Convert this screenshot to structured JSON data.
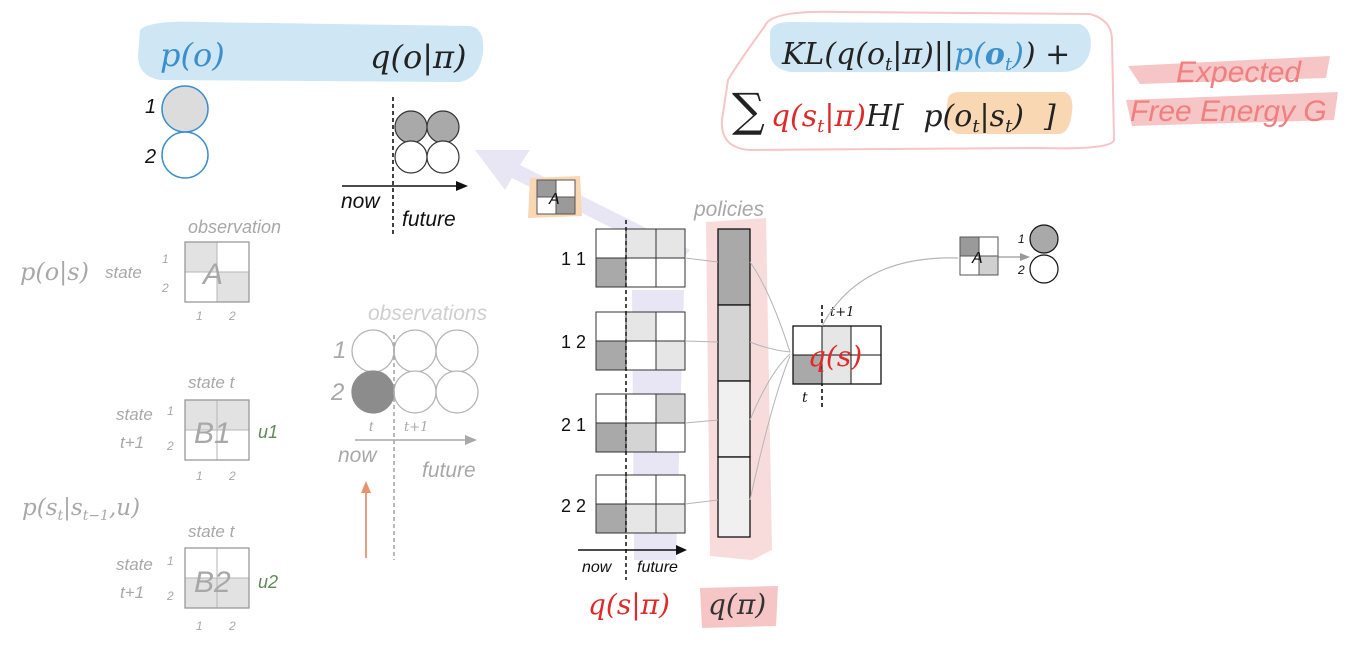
{
  "colors": {
    "blue": "#3a8fcc",
    "blue_bg": "#cfe7f4",
    "red": "#e02a2a",
    "pink_bg": "#f6c5c5",
    "orange_bg": "#f9d7b3",
    "gray": "#a8a8a8",
    "dark_gray": "#8c8c8c",
    "green": "#5f8a55",
    "purple_bg": "#e4e2f2"
  },
  "left": {
    "prior_label": "p(o)",
    "prior_bold_o": "o",
    "prior_rows": [
      "1",
      "2"
    ],
    "likelihood_label": "p(o|s)",
    "likelihood_state": "state",
    "observation_header": "observation",
    "A_label": "A",
    "row_nums": [
      "1",
      "2"
    ],
    "col_nums": [
      "1",
      "2"
    ],
    "transition_label": "p(s",
    "transition_label_full": "p(st|st−1,u)",
    "B1": {
      "header": "state t",
      "row1": "state",
      "row2": "t+1",
      "label": "B1",
      "u": "u1"
    },
    "B2": {
      "header": "state t",
      "row1": "state",
      "row2": "t+1",
      "label": "B2",
      "u": "u2"
    }
  },
  "predicted": {
    "title": "q(o|π)",
    "now": "now",
    "future": "future"
  },
  "observations": {
    "title": "observations",
    "rows": [
      "1",
      "2"
    ],
    "t": "t",
    "t1": "t+1",
    "now": "now",
    "future": "future"
  },
  "center": {
    "A_small": "A",
    "policies_title": "policies",
    "policy_labels": [
      "1 1",
      "1 2",
      "2 1",
      "2 2"
    ],
    "now": "now",
    "future": "future",
    "q_s_pi": "q(s|π)",
    "q_pi": "q(π)"
  },
  "right": {
    "q_s": "q(s)",
    "t1": "t+1",
    "t": "t",
    "A_label": "A",
    "out_rows": [
      "1",
      "2"
    ]
  },
  "efe": {
    "line1": "KL(q(ot|π)||p(ot)) +",
    "line2": "∑ q(st|π)H[ p(ot|st) ]",
    "title_line1": "Expected",
    "title_line2": "Free Energy G"
  }
}
